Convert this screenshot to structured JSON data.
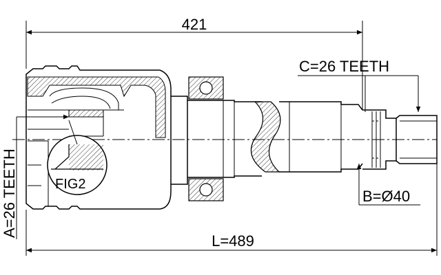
{
  "dimensions": {
    "overall_top": "421",
    "teeth_c": "C=26 TEETH",
    "teeth_a": "A=26 TEETH",
    "fig_label": "FIG2",
    "diameter_b": "B=Ø40",
    "length_l": "L=489"
  }
}
